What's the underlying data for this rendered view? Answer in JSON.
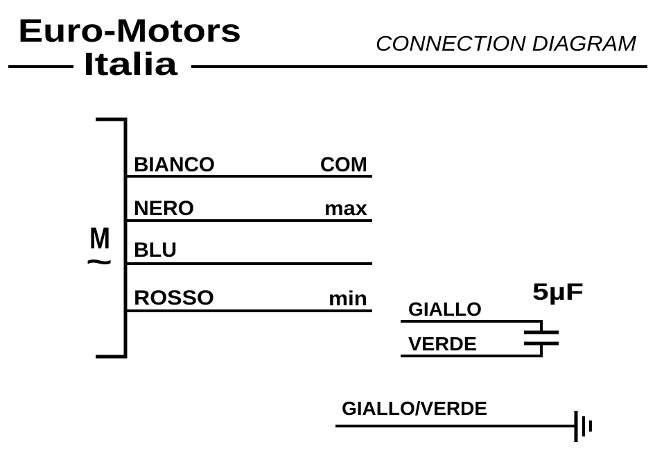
{
  "header": {
    "brand_line1": "Euro-Motors",
    "brand_line2": "Italia",
    "title": "CONNECTION DIAGRAM"
  },
  "motor": {
    "symbol_letter": "M",
    "symbol_ac": "~",
    "wires": [
      {
        "color_name": "BIANCO",
        "function": "COM"
      },
      {
        "color_name": "NERO",
        "function": "max"
      },
      {
        "color_name": "BLU",
        "function": ""
      },
      {
        "color_name": "ROSSO",
        "function": "min"
      }
    ]
  },
  "capacitor": {
    "value": "5µF",
    "wires": [
      "GIALLO",
      "VERDE"
    ]
  },
  "ground": {
    "wire": "GIALLO/VERDE"
  },
  "colors": {
    "ink": "#000000",
    "background": "#ffffff"
  }
}
